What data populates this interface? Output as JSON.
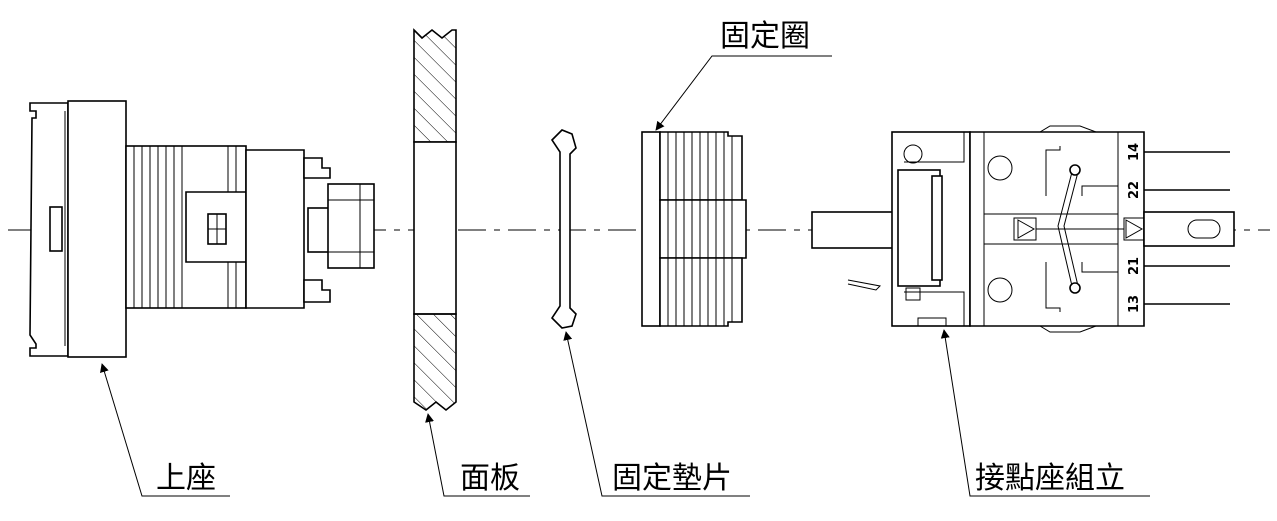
{
  "labels": {
    "upper_seat": "上座",
    "panel": "面板",
    "fixing_washer": "固定墊片",
    "fixing_ring": "固定圈",
    "contact_block": "接點座組立"
  },
  "terminals": [
    "14",
    "22",
    "21",
    "13"
  ]
}
